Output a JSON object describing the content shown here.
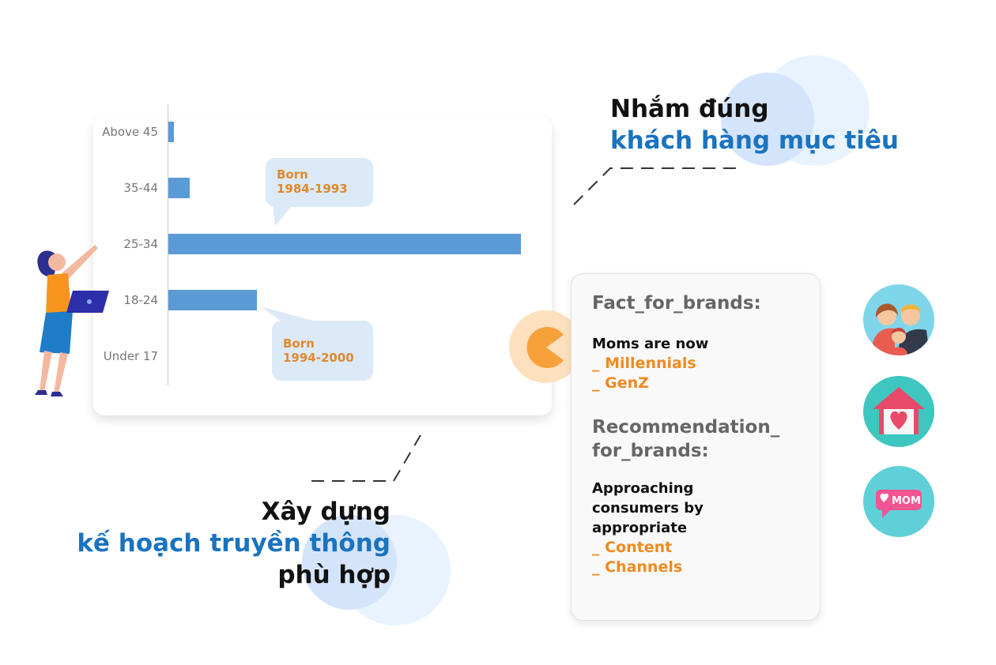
{
  "chart_data": {
    "type": "bar",
    "orientation": "horizontal",
    "categories": [
      "Above 45",
      "35-44",
      "25-34",
      "18-24",
      "Under 17"
    ],
    "values": [
      1.5,
      6,
      100,
      25,
      0
    ],
    "xlim": [
      0,
      100
    ],
    "grid": false,
    "annotations": [
      {
        "lines": [
          "Born",
          "1984-1993"
        ],
        "category": "25-34"
      },
      {
        "lines": [
          "Born",
          "1994-2000"
        ],
        "category": "18-24"
      }
    ]
  },
  "headings": {
    "target": {
      "line1": "Nhắm đúng",
      "line2": "khách hàng mục tiêu"
    },
    "plan": {
      "line1": "Xây dựng",
      "line2": "kế hoạch truyền thông",
      "line3": "phù hợp"
    }
  },
  "fact_card": {
    "title1": "Fact_for_brands:",
    "body1": "Moms are now",
    "list1": [
      "_ Millennials",
      "_ GenZ"
    ],
    "title2_line1": "Recommendation_",
    "title2_line2": "for_brands:",
    "body2": [
      "Approaching",
      "consumers by",
      "appropriate"
    ],
    "list2": [
      "_ Content",
      "_ Channels"
    ]
  },
  "icons": {
    "mom_badge": "MOM"
  },
  "colors": {
    "bar": "#5b9bd5",
    "accent_orange": "#f08a20",
    "heading_blue": "#1a73c0"
  }
}
